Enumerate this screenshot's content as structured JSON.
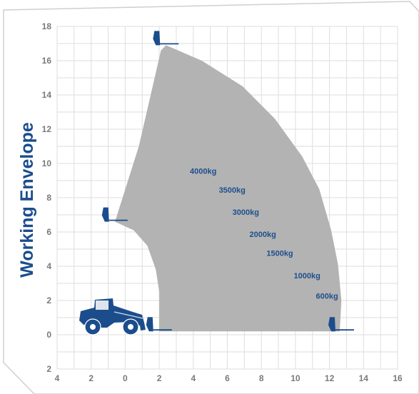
{
  "diagram": {
    "title": "Working Envelope",
    "colors": {
      "envelope_fill": "#b3b3b3",
      "grid": "#dedede",
      "frame_border": "#cfcfcf",
      "accent_blue": "#1b4d8c",
      "tick_text": "#7a7a7a"
    },
    "x_axis": {
      "range": [
        -4,
        16
      ],
      "tick_values": [
        -4,
        -2,
        0,
        2,
        4,
        6,
        8,
        10,
        12,
        14,
        16
      ],
      "tick_labels": [
        "4",
        "2",
        "0",
        "2",
        "4",
        "6",
        "8",
        "10",
        "12",
        "14",
        "16"
      ]
    },
    "y_axis": {
      "range": [
        -2,
        18
      ],
      "tick_values": [
        18,
        16,
        14,
        12,
        10,
        8,
        6,
        4,
        2,
        0,
        -2
      ],
      "tick_labels": [
        "18",
        "16",
        "14",
        "12",
        "10",
        "8",
        "6",
        "4",
        "2",
        "0",
        "2"
      ]
    },
    "envelope_outline": [
      [
        2.0,
        0.2
      ],
      [
        2.0,
        2.5
      ],
      [
        1.8,
        3.8
      ],
      [
        1.3,
        5.2
      ],
      [
        0.5,
        6.1
      ],
      [
        -0.6,
        6.6
      ],
      [
        0.8,
        11.0
      ],
      [
        2.1,
        16.6
      ],
      [
        2.4,
        16.9
      ],
      [
        4.5,
        16.0
      ],
      [
        6.9,
        14.5
      ],
      [
        8.8,
        12.6
      ],
      [
        10.4,
        10.4
      ],
      [
        11.4,
        8.5
      ],
      [
        12.1,
        6.1
      ],
      [
        12.5,
        4.1
      ],
      [
        12.7,
        2.0
      ],
      [
        12.6,
        0.2
      ]
    ],
    "load_capacities": [
      {
        "label": "4000kg",
        "x": 3.8,
        "y": 9.4
      },
      {
        "label": "3500kg",
        "x": 5.5,
        "y": 8.3
      },
      {
        "label": "3000kg",
        "x": 6.3,
        "y": 7.0
      },
      {
        "label": "2000kg",
        "x": 7.3,
        "y": 5.7
      },
      {
        "label": "1500kg",
        "x": 8.3,
        "y": 4.6
      },
      {
        "label": "1000kg",
        "x": 9.9,
        "y": 3.3
      },
      {
        "label": "600kg",
        "x": 11.2,
        "y": 2.1
      }
    ],
    "forks": [
      {
        "name": "fork-max-height",
        "x": 1.8,
        "y": 16.9
      },
      {
        "name": "fork-mid-reach",
        "x": -1.2,
        "y": 6.6
      },
      {
        "name": "fork-max-reach",
        "x": 12.1,
        "y": 0.2
      },
      {
        "name": "fork-ground",
        "x": 1.4,
        "y": 0.2
      }
    ],
    "machine": {
      "icon": "telehandler-icon",
      "x_from": -2.8,
      "x_to": 1.0
    }
  }
}
